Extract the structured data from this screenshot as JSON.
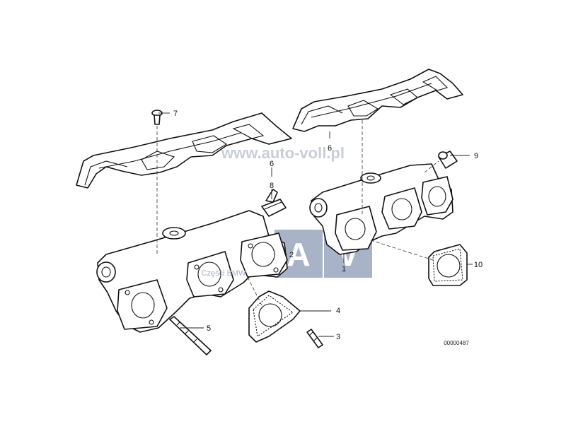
{
  "callouts": [
    {
      "id": "c1",
      "label": "1"
    },
    {
      "id": "c2",
      "label": "2"
    },
    {
      "id": "c3",
      "label": "3"
    },
    {
      "id": "c4",
      "label": "4"
    },
    {
      "id": "c5",
      "label": "5"
    },
    {
      "id": "c6a",
      "label": "6"
    },
    {
      "id": "c6b",
      "label": "6"
    },
    {
      "id": "c7",
      "label": "7"
    },
    {
      "id": "c8",
      "label": "8"
    },
    {
      "id": "c9",
      "label": "9"
    },
    {
      "id": "c10",
      "label": "10"
    }
  ],
  "reference_code": "00000487",
  "watermark": {
    "url": "www.auto-voll.pl",
    "subtitle": "Części BMW",
    "logo_letters": [
      "A",
      "V"
    ],
    "logo_color": "#a9b3c8"
  }
}
